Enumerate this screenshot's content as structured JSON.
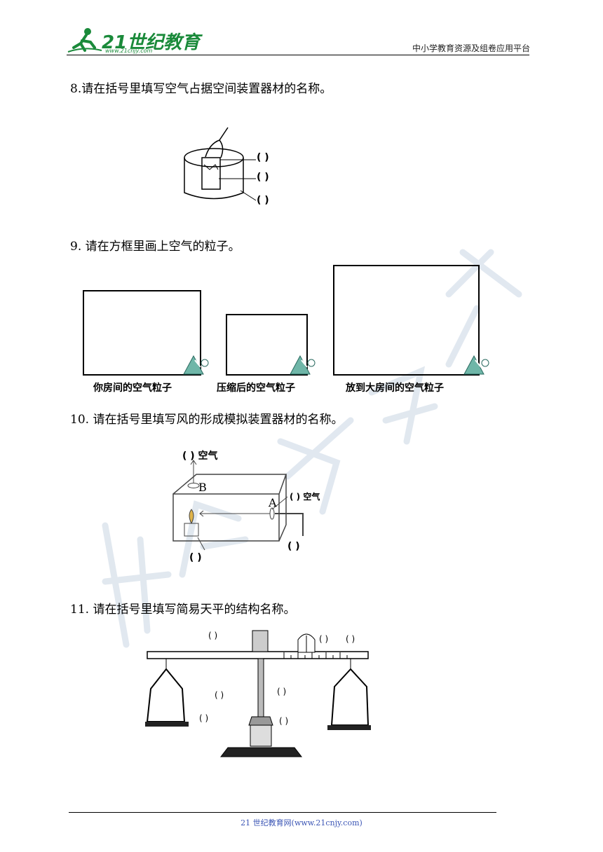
{
  "header": {
    "logo_text": "21世纪教育",
    "logo_url": "www.21cnjy.com",
    "right_text": "中小学教育资源及组卷应用平台"
  },
  "questions": [
    {
      "text": "8.请在括号里填写空气占据空间装置器材的名称。"
    },
    {
      "text": "9. 请在方框里画上空气的粒子。"
    },
    {
      "text": "10. 请在括号里填写风的形成模拟装置器材的名称。"
    },
    {
      "text": "11.  请在括号里填写简易天平的结构名称。"
    }
  ],
  "q8_figure": {
    "brackets": [
      "(        )",
      "(        )",
      "(        )"
    ]
  },
  "q9_figure": {
    "captions": [
      "你房间的空气粒子",
      "压缩后的空气粒子",
      "放到大房间的空气粒子"
    ]
  },
  "q10_figure": {
    "top_label": "(      ) 空气",
    "label_b": "B",
    "label_a": "A",
    "right_label": "(  ) 空气",
    "bracket_bottom_left": "(      )",
    "bracket_bottom_right": "(      )"
  },
  "q11_figure": {
    "bracket": "(    )"
  },
  "footer": {
    "text": "21 世纪教育网(www.21cnjy.com)"
  },
  "colors": {
    "logo_green": "#1a8a3a",
    "footer_blue": "#3b55b5"
  }
}
